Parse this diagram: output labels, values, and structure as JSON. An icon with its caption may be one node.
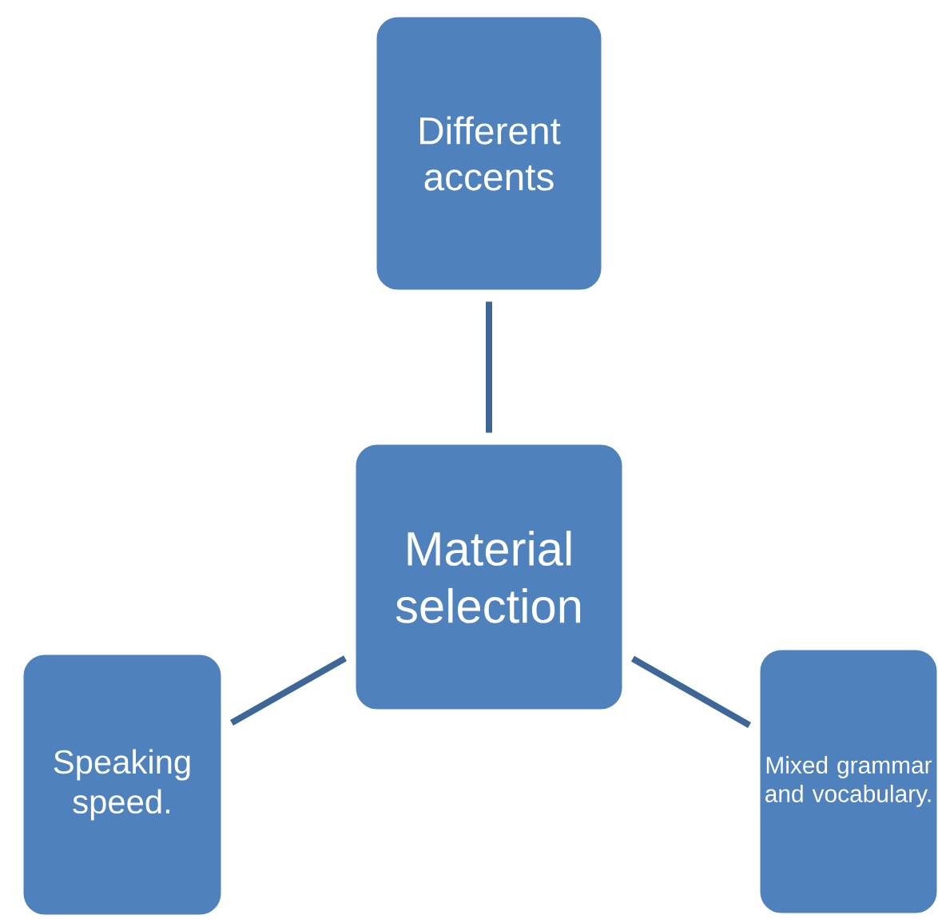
{
  "diagram": {
    "nodes": [
      {
        "text": [
          "Material selection"
        ]
      },
      {
        "text": [
          "Different accents"
        ]
      },
      {
        "text": [
          "Speaking speed."
        ]
      },
      {
        "text": [
          "Mixed grammar and vocabulary."
        ]
      }
    ],
    "edges": [
      {
        "from": 0,
        "to": 1,
        "arrow": "none"
      },
      {
        "from": 0,
        "to": 2,
        "arrow": "none"
      },
      {
        "from": 0,
        "to": 3,
        "arrow": "none"
      }
    ]
  }
}
